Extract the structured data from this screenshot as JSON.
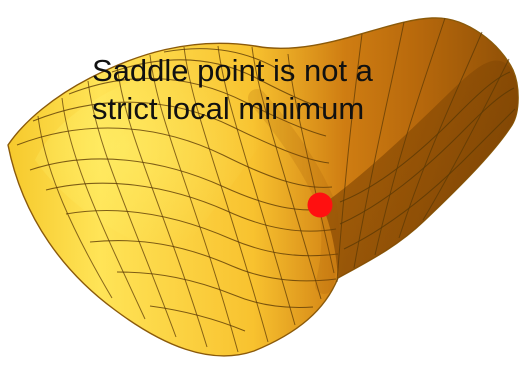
{
  "annotation": {
    "line1": "Saddle point is not a",
    "line2": "strict local minimum"
  },
  "colors": {
    "surface_light": "#ffe45a",
    "surface_mid": "#f4b520",
    "surface_dark": "#9a5a08",
    "mesh_line": "#5b3905",
    "saddle_point": "#ff1010"
  },
  "markers": {
    "saddle_point": "red-dot"
  }
}
